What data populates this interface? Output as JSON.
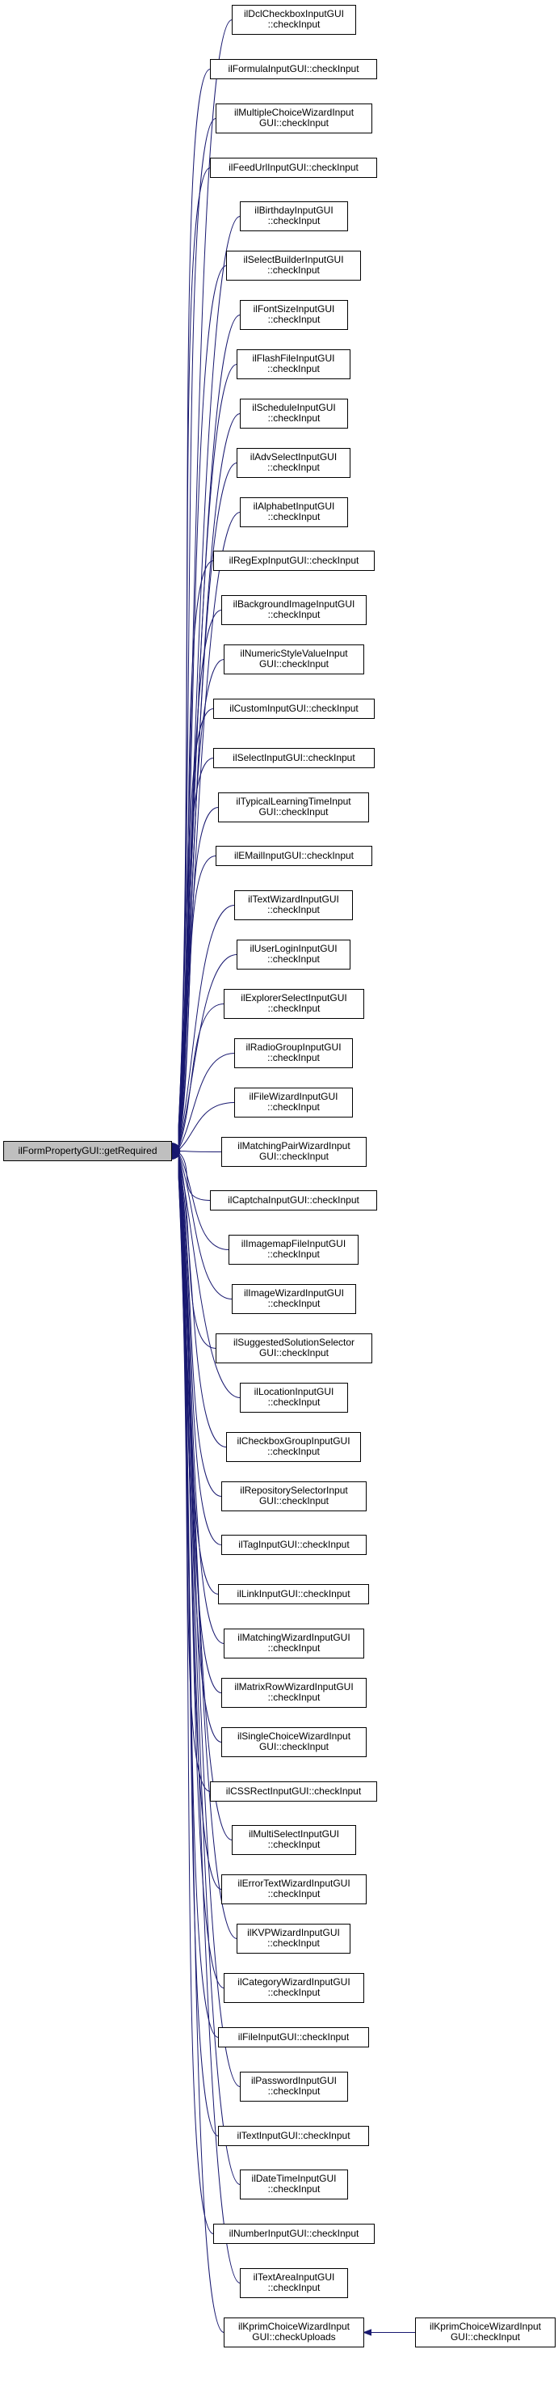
{
  "root": {
    "lines": [
      "ilFormPropertyGUI::getRequired"
    ]
  },
  "nodes": [
    {
      "lines": [
        "ilDclCheckboxInputGUI",
        "::checkInput"
      ]
    },
    {
      "lines": [
        "ilFormulaInputGUI::checkInput"
      ]
    },
    {
      "lines": [
        "ilMultipleChoiceWizardInput",
        "GUI::checkInput"
      ]
    },
    {
      "lines": [
        "ilFeedUrlInputGUI::checkInput"
      ]
    },
    {
      "lines": [
        "ilBirthdayInputGUI",
        "::checkInput"
      ]
    },
    {
      "lines": [
        "ilSelectBuilderInputGUI",
        "::checkInput"
      ]
    },
    {
      "lines": [
        "ilFontSizeInputGUI",
        "::checkInput"
      ]
    },
    {
      "lines": [
        "ilFlashFileInputGUI",
        "::checkInput"
      ]
    },
    {
      "lines": [
        "ilScheduleInputGUI",
        "::checkInput"
      ]
    },
    {
      "lines": [
        "ilAdvSelectInputGUI",
        "::checkInput"
      ]
    },
    {
      "lines": [
        "ilAlphabetInputGUI",
        "::checkInput"
      ]
    },
    {
      "lines": [
        "ilRegExpInputGUI::checkInput"
      ]
    },
    {
      "lines": [
        "ilBackgroundImageInputGUI",
        "::checkInput"
      ]
    },
    {
      "lines": [
        "ilNumericStyleValueInput",
        "GUI::checkInput"
      ]
    },
    {
      "lines": [
        "ilCustomInputGUI::checkInput"
      ]
    },
    {
      "lines": [
        "ilSelectInputGUI::checkInput"
      ]
    },
    {
      "lines": [
        "ilTypicalLearningTimeInput",
        "GUI::checkInput"
      ]
    },
    {
      "lines": [
        "ilEMailInputGUI::checkInput"
      ]
    },
    {
      "lines": [
        "ilTextWizardInputGUI",
        "::checkInput"
      ]
    },
    {
      "lines": [
        "ilUserLoginInputGUI",
        "::checkInput"
      ]
    },
    {
      "lines": [
        "ilExplorerSelectInputGUI",
        "::checkInput"
      ]
    },
    {
      "lines": [
        "ilRadioGroupInputGUI",
        "::checkInput"
      ]
    },
    {
      "lines": [
        "ilFileWizardInputGUI",
        "::checkInput"
      ]
    },
    {
      "lines": [
        "ilMatchingPairWizardInput",
        "GUI::checkInput"
      ]
    },
    {
      "lines": [
        "ilCaptchaInputGUI::checkInput"
      ]
    },
    {
      "lines": [
        "ilImagemapFileInputGUI",
        "::checkInput"
      ]
    },
    {
      "lines": [
        "ilImageWizardInputGUI",
        "::checkInput"
      ]
    },
    {
      "lines": [
        "ilSuggestedSolutionSelector",
        "GUI::checkInput"
      ]
    },
    {
      "lines": [
        "ilLocationInputGUI",
        "::checkInput"
      ]
    },
    {
      "lines": [
        "ilCheckboxGroupInputGUI",
        "::checkInput"
      ]
    },
    {
      "lines": [
        "ilRepositorySelectorInput",
        "GUI::checkInput"
      ]
    },
    {
      "lines": [
        "ilTagInputGUI::checkInput"
      ]
    },
    {
      "lines": [
        "ilLinkInputGUI::checkInput"
      ]
    },
    {
      "lines": [
        "ilMatchingWizardInputGUI",
        "::checkInput"
      ]
    },
    {
      "lines": [
        "ilMatrixRowWizardInputGUI",
        "::checkInput"
      ]
    },
    {
      "lines": [
        "ilSingleChoiceWizardInput",
        "GUI::checkInput"
      ]
    },
    {
      "lines": [
        "ilCSSRectInputGUI::checkInput"
      ]
    },
    {
      "lines": [
        "ilMultiSelectInputGUI",
        "::checkInput"
      ]
    },
    {
      "lines": [
        "ilErrorTextWizardInputGUI",
        "::checkInput"
      ]
    },
    {
      "lines": [
        "ilKVPWizardInputGUI",
        "::checkInput"
      ]
    },
    {
      "lines": [
        "ilCategoryWizardInputGUI",
        "::checkInput"
      ]
    },
    {
      "lines": [
        "ilFileInputGUI::checkInput"
      ]
    },
    {
      "lines": [
        "ilPasswordInputGUI",
        "::checkInput"
      ]
    },
    {
      "lines": [
        "ilTextInputGUI::checkInput"
      ]
    },
    {
      "lines": [
        "ilDateTimeInputGUI",
        "::checkInput"
      ]
    },
    {
      "lines": [
        "ilNumberInputGUI::checkInput"
      ]
    },
    {
      "lines": [
        "ilTextAreaInputGUI",
        "::checkInput"
      ]
    },
    {
      "lines": [
        "ilKprimChoiceWizardInput",
        "GUI::checkUploads"
      ]
    }
  ],
  "extra_node": {
    "lines": [
      "ilKprimChoiceWizardInput",
      "GUI::checkInput"
    ]
  },
  "colors": {
    "edge": "#191970",
    "root_fill": "#bfbfbf",
    "node_fill": "#ffffff",
    "border": "#000000"
  }
}
